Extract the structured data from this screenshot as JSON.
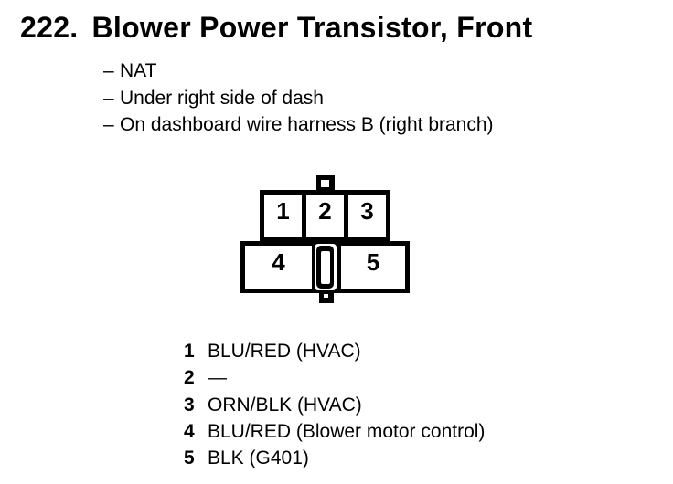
{
  "header": {
    "number": "222.",
    "title": "Blower Power Transistor, Front"
  },
  "notes": {
    "dash": "–",
    "items": [
      "NAT",
      "Under right side of dash",
      "On dashboard wire harness B (right branch)"
    ]
  },
  "connector": {
    "top_row": [
      "1",
      "2",
      "3"
    ],
    "bottom_row": [
      "4",
      "5"
    ]
  },
  "pinout": [
    {
      "pin": "1",
      "wire": "BLU/RED (HVAC)"
    },
    {
      "pin": "2",
      "wire": "—"
    },
    {
      "pin": "3",
      "wire": "ORN/BLK (HVAC)"
    },
    {
      "pin": "4",
      "wire": "BLU/RED (Blower motor control)"
    },
    {
      "pin": "5",
      "wire": "BLK (G401)"
    }
  ],
  "colors": {
    "ink": "#000000",
    "paper": "#ffffff"
  }
}
